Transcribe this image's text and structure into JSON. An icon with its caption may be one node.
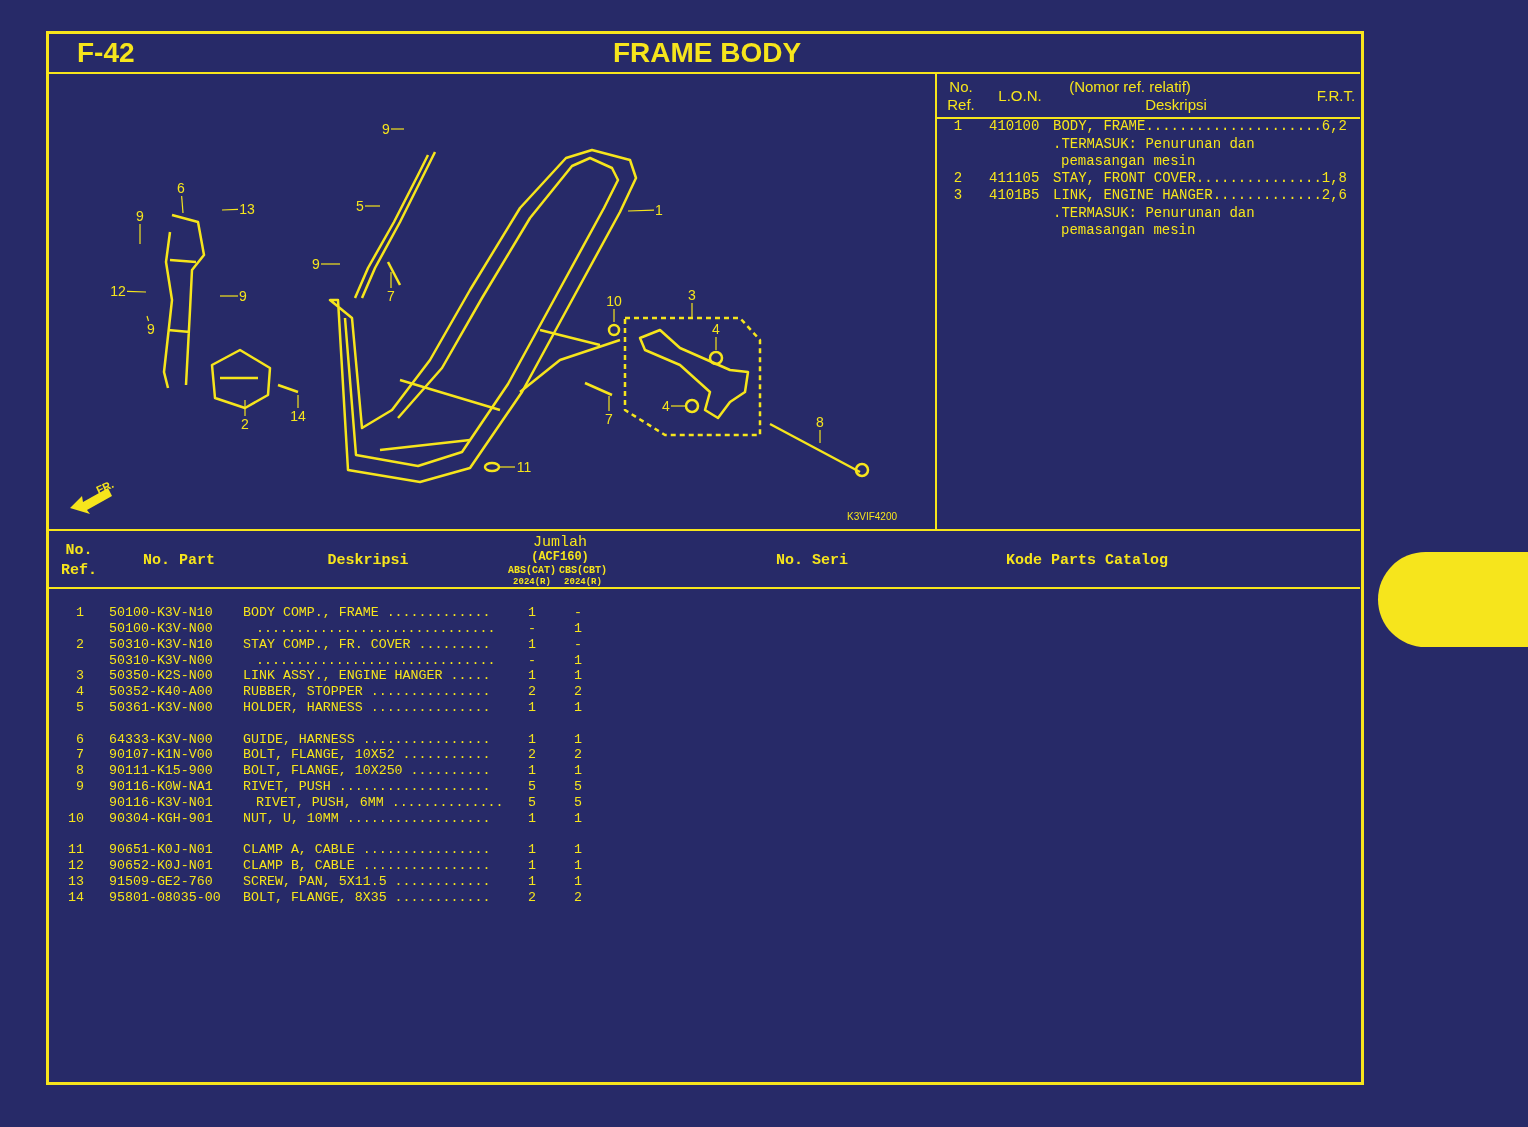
{
  "diagram": {
    "title": "FRAME BODY",
    "nodes": [
      {
        "text": [
          "9"
        ]
      },
      {
        "text": [
          "13"
        ]
      },
      {
        "text": [
          "6"
        ]
      },
      {
        "text": [
          "5"
        ]
      },
      {
        "text": [
          "1"
        ]
      },
      {
        "text": [
          "9"
        ]
      },
      {
        "text": [
          "9"
        ]
      },
      {
        "text": [
          "12"
        ]
      },
      {
        "text": [
          "9"
        ]
      },
      {
        "text": [
          "7"
        ]
      },
      {
        "text": [
          "9"
        ]
      },
      {
        "text": [
          "10"
        ]
      },
      {
        "text": [
          "3"
        ]
      },
      {
        "text": [
          "4"
        ]
      },
      {
        "text": [
          "4"
        ]
      },
      {
        "text": [
          "7"
        ]
      },
      {
        "text": [
          "8"
        ]
      },
      {
        "text": [
          "2"
        ]
      },
      {
        "text": [
          "14"
        ]
      },
      {
        "text": [
          "11"
        ]
      },
      {
        "text": [],
        "shape": "box"
      }
    ],
    "edges": [
      {
        "from": 0,
        "to": null,
        "arrow": "none"
      },
      {
        "from": 1,
        "to": null,
        "arrow": "none"
      },
      {
        "from": 2,
        "to": null,
        "arrow": "none"
      },
      {
        "from": 3,
        "to": null,
        "arrow": "none"
      },
      {
        "from": 4,
        "to": null,
        "arrow": "none"
      },
      {
        "from": 5,
        "to": null,
        "arrow": "none"
      },
      {
        "from": 6,
        "to": null,
        "arrow": "none"
      },
      {
        "from": 7,
        "to": null,
        "arrow": "none"
      },
      {
        "from": 8,
        "to": null,
        "arrow": "none"
      },
      {
        "from": 9,
        "to": null,
        "arrow": "none"
      },
      {
        "from": 10,
        "to": null,
        "arrow": "none"
      },
      {
        "from": 11,
        "to": null,
        "arrow": "none"
      },
      {
        "from": 12,
        "to": null,
        "arrow": "none"
      },
      {
        "from": 13,
        "to": null,
        "arrow": "none"
      },
      {
        "from": 14,
        "to": null,
        "arrow": "none"
      },
      {
        "from": 15,
        "to": null,
        "arrow": "none"
      },
      {
        "from": 16,
        "to": null,
        "arrow": "none"
      },
      {
        "from": 17,
        "to": null,
        "arrow": "none"
      },
      {
        "from": 18,
        "to": null,
        "arrow": "none"
      },
      {
        "from": 19,
        "to": null,
        "arrow": "none"
      }
    ],
    "labels": [
      "F-42",
      "FR.",
      "K3VIF4200",
      "No. Ref.",
      "L.O.N.",
      "(Nomor ref. relatif)",
      "Deskripsi",
      "F.R.T.",
      "1",
      "410100",
      "BODY, FRAME.....................",
      "6,2",
      ".TERMASUK: Penurunan dan pemasangan mesin",
      "2",
      "411105",
      "STAY, FRONT COVER...............",
      "1,8",
      "3",
      "4101B5",
      "LINK, ENGINE HANGER.............",
      "2,6",
      ".TERMASUK: Penurunan dan pemasangan mesin",
      "No. Ref.",
      "No. Part",
      "Deskripsi",
      "Jumlah",
      "(ACF160)",
      "ABS(CAT)",
      "CBS(CBT)",
      "2024(R)",
      "2024(R)",
      "No. Seri",
      "Kode Parts Catalog",
      "1",
      "50100-K3V-N10",
      "BODY COMP., FRAME .............",
      "1",
      "-",
      "50100-K3V-N00",
      "..............................",
      "-",
      "1",
      "2",
      "50310-K3V-N10",
      "STAY COMP., FR. COVER .........",
      "1",
      "-",
      "50310-K3V-N00",
      "..............................",
      "-",
      "1",
      "3",
      "50350-K2S-N00",
      "LINK ASSY., ENGINE HANGER .....",
      "1",
      "1",
      "4",
      "50352-K40-A00",
      "RUBBER, STOPPER ...............",
      "2",
      "2",
      "5",
      "50361-K3V-N00",
      "HOLDER, HARNESS ...............",
      "1",
      "1",
      "6",
      "64333-K3V-N00",
      "GUIDE, HARNESS ................",
      "1",
      "1",
      "7",
      "90107-K1N-V00",
      "BOLT, FLANGE, 10X52 ...........",
      "2",
      "2",
      "8",
      "90111-K15-900",
      "BOLT, FLANGE, 10X250 ..........",
      "1",
      "1",
      "9",
      "90116-K0W-NA1",
      "RIVET, PUSH ...................",
      "5",
      "5",
      "90116-K3V-N01",
      "RIVET, PUSH, 6MM ..............",
      "5",
      "5",
      "10",
      "90304-KGH-901",
      "NUT, U, 10MM ..................",
      "1",
      "1",
      "11",
      "90651-K0J-N01",
      "CLAMP A, CABLE ................",
      "1",
      "1",
      "12",
      "90652-K0J-N01",
      "CLAMP B, CABLE ................",
      "1",
      "1",
      "13",
      "91509-GE2-760",
      "SCREW, PAN, 5X11.5 ............",
      "1",
      "1",
      "14",
      "95801-08035-00",
      "BOLT, FLANGE, 8X35 ............",
      "2",
      "2"
    ]
  }
}
